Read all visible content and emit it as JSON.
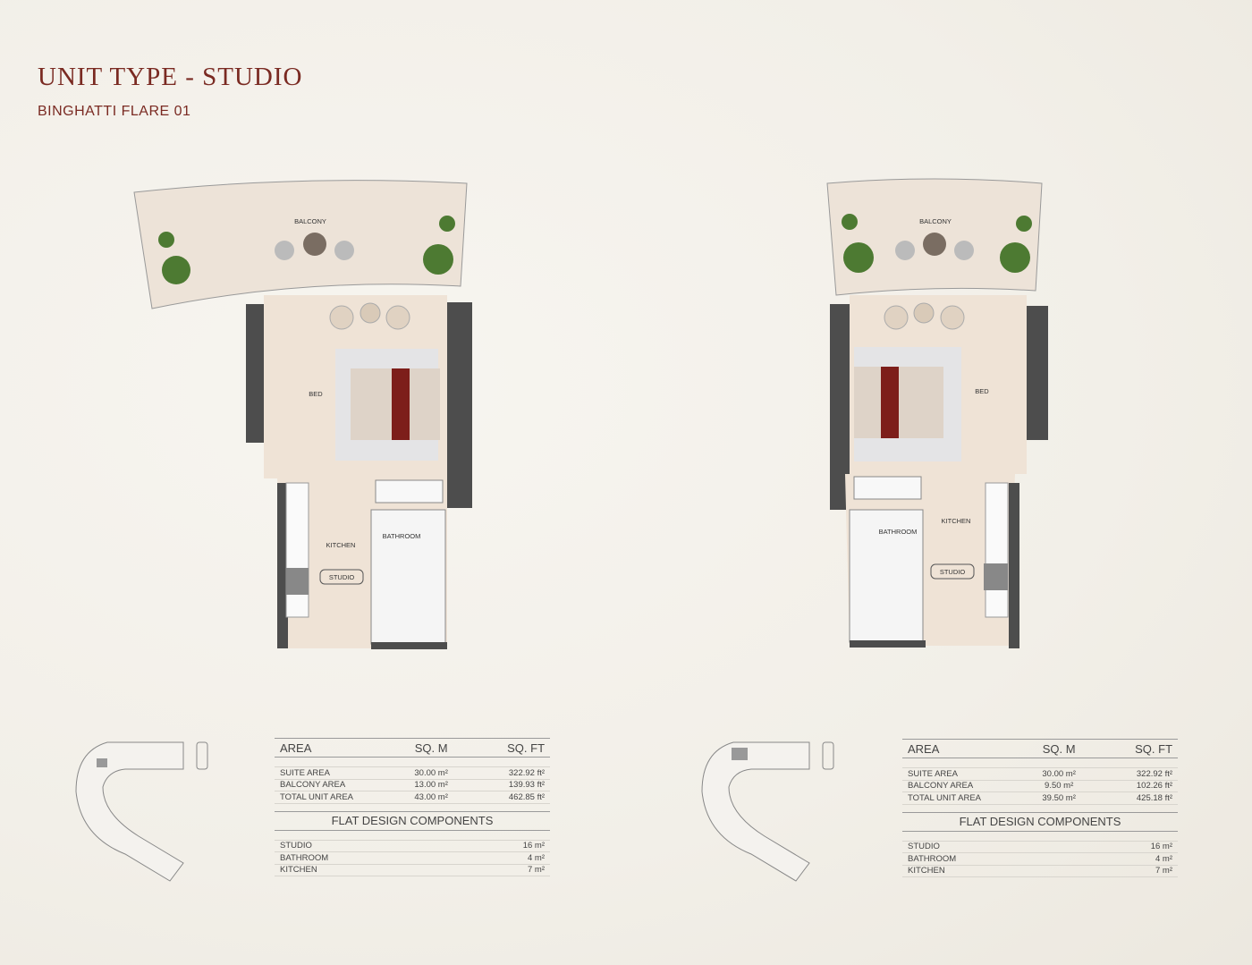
{
  "header": {
    "title": "UNIT TYPE - STUDIO",
    "subtitle": "BINGHATTI FLARE 01"
  },
  "plans": [
    {
      "rooms": {
        "balcony": "BALCONY",
        "bed": "BED",
        "kitchen": "KITCHEN",
        "bathroom": "BATHROOM",
        "studio": "STUDIO"
      },
      "area_table": {
        "headers": [
          "AREA",
          "SQ. M",
          "SQ. FT"
        ],
        "rows": [
          [
            "SUITE AREA",
            "30.00 m²",
            "322.92 ft²"
          ],
          [
            "BALCONY AREA",
            "13.00 m²",
            "139.93 ft²"
          ],
          [
            "TOTAL UNIT AREA",
            "43.00 m²",
            "462.85 ft²"
          ]
        ]
      },
      "components": {
        "title": "FLAT DESIGN COMPONENTS",
        "rows": [
          [
            "STUDIO",
            "16 m²"
          ],
          [
            "BATHROOM",
            "4 m²"
          ],
          [
            "KITCHEN",
            "7 m²"
          ]
        ]
      }
    },
    {
      "rooms": {
        "balcony": "BALCONY",
        "bed": "BED",
        "kitchen": "KITCHEN",
        "bathroom": "BATHROOM",
        "studio": "STUDIO"
      },
      "area_table": {
        "headers": [
          "AREA",
          "SQ. M",
          "SQ. FT"
        ],
        "rows": [
          [
            "SUITE AREA",
            "30.00 m²",
            "322.92 ft²"
          ],
          [
            "BALCONY AREA",
            "9.50 m²",
            "102.26 ft²"
          ],
          [
            "TOTAL UNIT AREA",
            "39.50 m²",
            "425.18 ft²"
          ]
        ]
      },
      "components": {
        "title": "FLAT DESIGN COMPONENTS",
        "rows": [
          [
            "STUDIO",
            "16 m²"
          ],
          [
            "BATHROOM",
            "4 m²"
          ],
          [
            "KITCHEN",
            "7 m²"
          ]
        ]
      }
    }
  ],
  "colors": {
    "accent": "#7a2a22",
    "wall": "#4a4a4a",
    "floor": "#efe6dc"
  }
}
